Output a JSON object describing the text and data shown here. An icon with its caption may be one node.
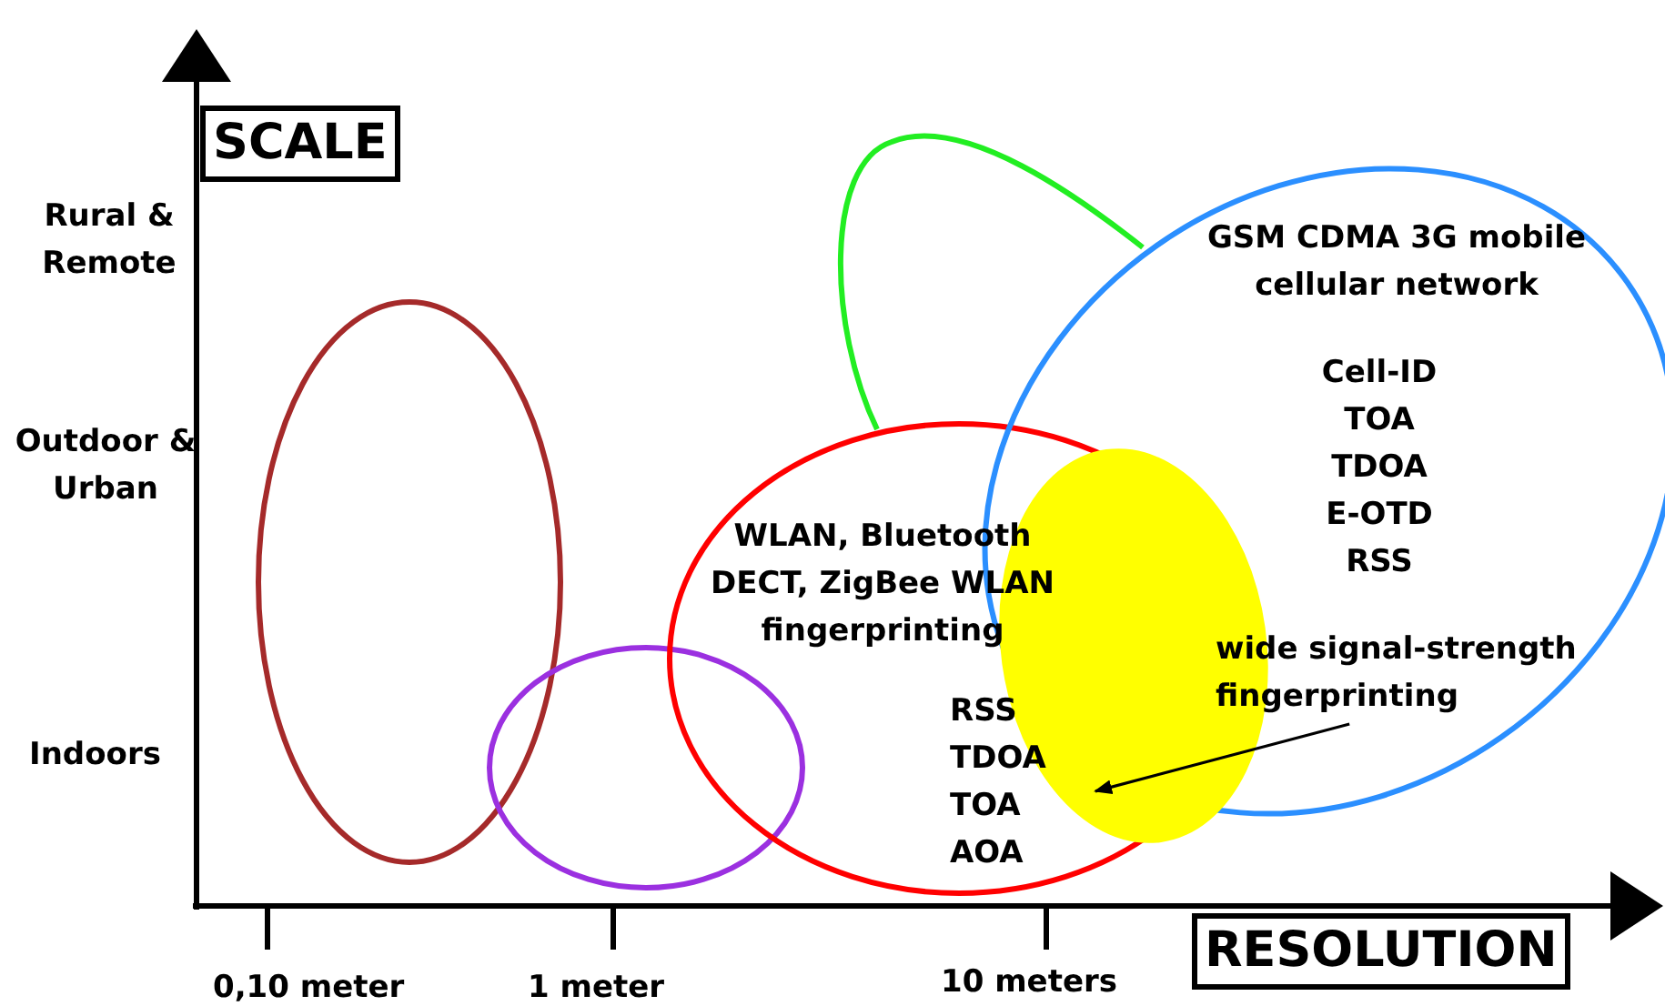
{
  "diagram": {
    "nodes": [
      {
        "text": [],
        "shape": "ellipse"
      },
      {
        "text": [],
        "shape": "ellipse"
      },
      {
        "text": [
          "WLAN, Bluetooth DECT, ZigBee WLAN fingerprinting",
          "RSS TDOA TOA AOA"
        ]
      },
      {
        "text": [],
        "shape": "loop"
      },
      {
        "text": [
          "GSM CDMA 3G mobile cellular network",
          "Cell-ID TOA TDOA E-OTD RSS"
        ]
      },
      {
        "text": [],
        "shape": "ellipse"
      },
      {
        "text": [
          "wide signal-strength fingerprinting"
        ],
        "in": 4
      }
    ],
    "edges": [
      {
        "from": 6,
        "to": 5,
        "arrow": "to"
      }
    ],
    "labels": [
      "SCALE",
      "Rural & Remote",
      "Outdoor & Urban",
      "Indoors",
      "0,10 meter",
      "1 meter",
      "10 meters",
      "RESOLUTION"
    ]
  }
}
